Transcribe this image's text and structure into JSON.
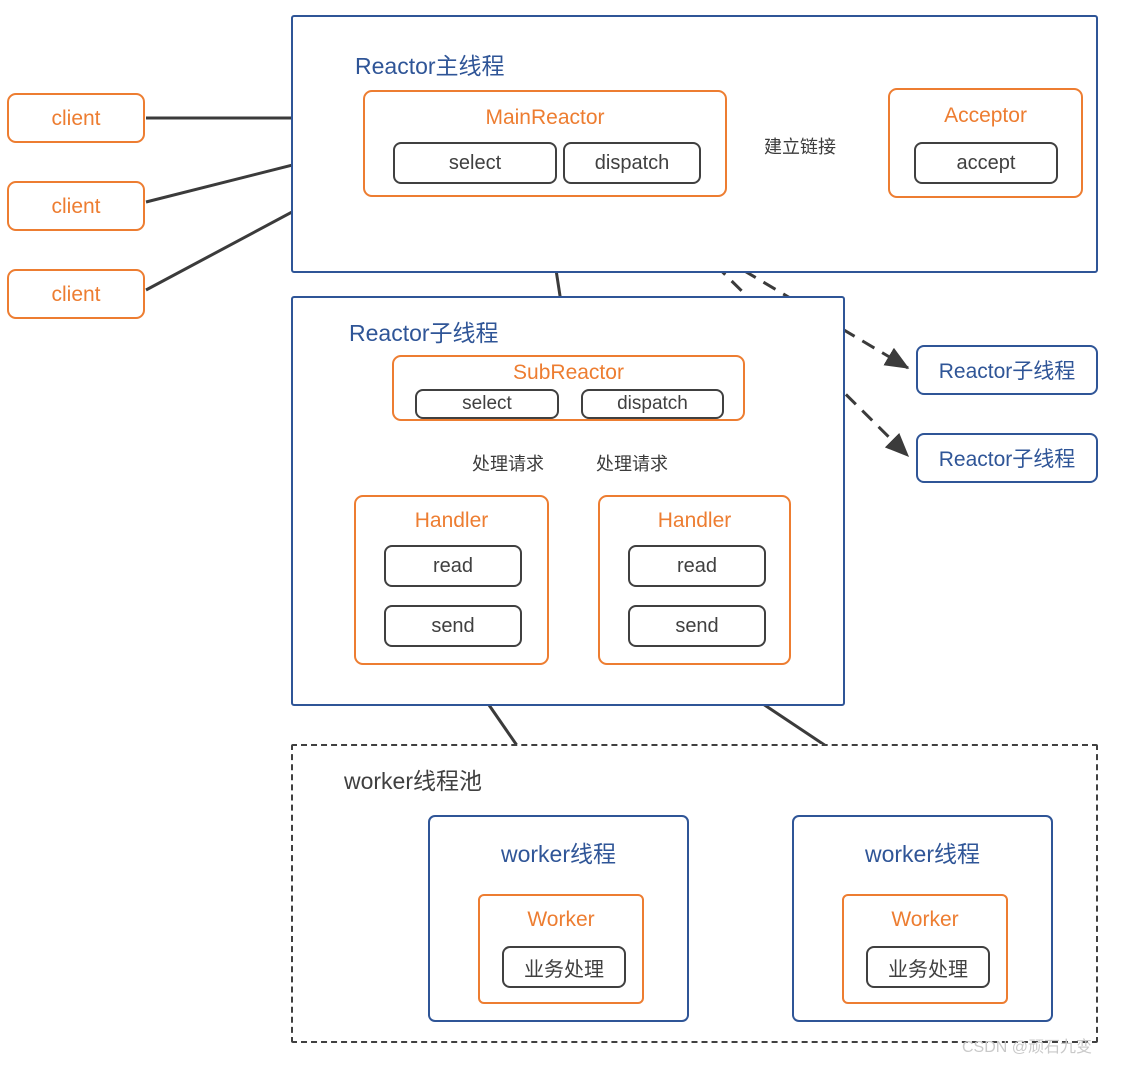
{
  "diagram": {
    "title": "Reactor multi-thread model diagram",
    "watermark": "CSDN @顽石九变",
    "colors": {
      "blue": "#2f5597",
      "orange": "#ed7d31",
      "gray": "#404040",
      "background": "#ffffff"
    }
  },
  "clients": [
    {
      "label": "client"
    },
    {
      "label": "client"
    },
    {
      "label": "client"
    }
  ],
  "main_thread": {
    "title": "Reactor主线程",
    "main_reactor": {
      "title": "MainReactor",
      "ops": [
        {
          "label": "select"
        },
        {
          "label": "dispatch"
        }
      ]
    },
    "acceptor": {
      "title": "Acceptor",
      "ops": [
        {
          "label": "accept"
        }
      ]
    },
    "connect_label": "建立链接"
  },
  "sub_thread": {
    "title": "Reactor子线程",
    "sub_reactor": {
      "title": "SubReactor",
      "ops": [
        {
          "label": "select"
        },
        {
          "label": "dispatch"
        }
      ]
    },
    "handler_edge_labels": [
      {
        "label": "处理请求"
      },
      {
        "label": "处理请求"
      }
    ],
    "handlers": [
      {
        "title": "Handler",
        "ops": [
          {
            "label": "read"
          },
          {
            "label": "send"
          }
        ]
      },
      {
        "title": "Handler",
        "ops": [
          {
            "label": "read"
          },
          {
            "label": "send"
          }
        ]
      }
    ]
  },
  "other_sub_threads": [
    {
      "label": "Reactor子线程"
    },
    {
      "label": "Reactor子线程"
    }
  ],
  "worker_pool": {
    "title": "worker线程池",
    "threads": [
      {
        "title": "worker线程",
        "worker": {
          "title": "Worker",
          "ops": [
            {
              "label": "业务处理"
            }
          ]
        }
      },
      {
        "title": "worker线程",
        "worker": {
          "title": "Worker",
          "ops": [
            {
              "label": "业务处理"
            }
          ]
        }
      }
    ]
  }
}
